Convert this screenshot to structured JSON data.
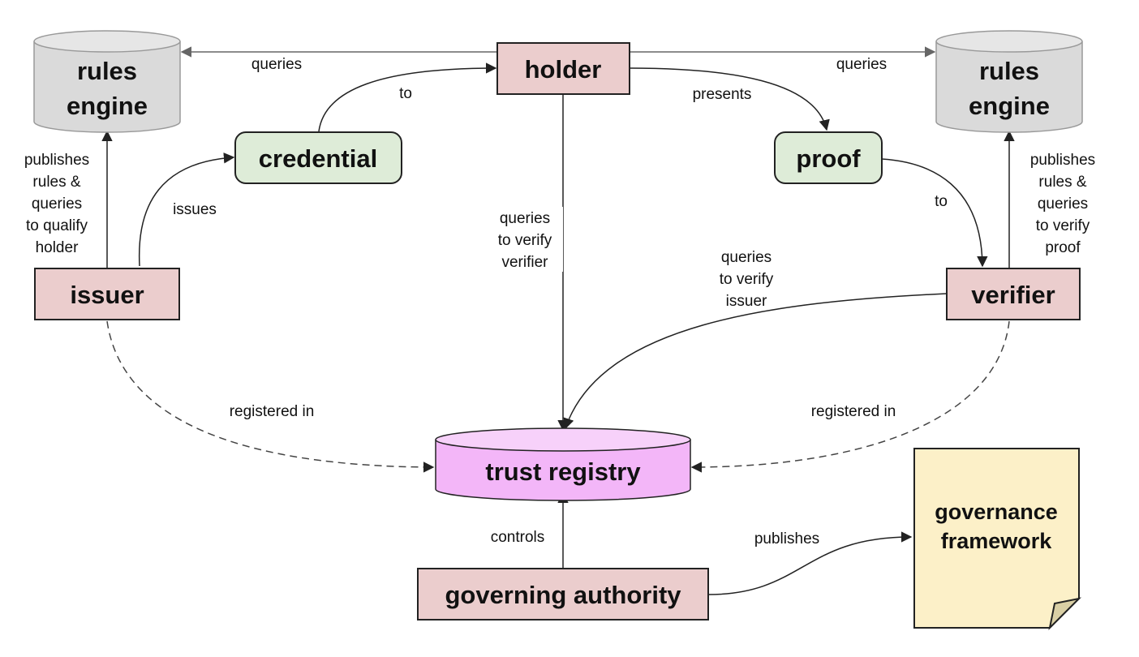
{
  "nodes": {
    "holder": "holder",
    "issuer": "issuer",
    "verifier": "verifier",
    "credential": "credential",
    "proof": "proof",
    "rules_engine_left": [
      "rules",
      "engine"
    ],
    "rules_engine_right": [
      "rules",
      "engine"
    ],
    "trust_registry": "trust registry",
    "governing_authority": "governing authority",
    "governance_framework": [
      "governance",
      "framework"
    ]
  },
  "edges": {
    "holder_queries_left": "queries",
    "holder_queries_right": "queries",
    "credential_to_holder": "to",
    "holder_presents": "presents",
    "proof_to_verifier": "to",
    "issuer_issues": "issues",
    "issuer_publishes": [
      "publishes",
      "rules &",
      "queries",
      "to qualify",
      "holder"
    ],
    "verifier_publishes": [
      "publishes",
      "rules &",
      "queries",
      "to verify",
      "proof"
    ],
    "holder_queries_verifier": [
      "queries",
      "to verify",
      "verifier"
    ],
    "verifier_queries_issuer": [
      "queries",
      "to verify",
      "issuer"
    ],
    "issuer_registered": "registered in",
    "verifier_registered": "registered in",
    "authority_controls": "controls",
    "authority_publishes": "publishes"
  },
  "colors": {
    "actor_fill": "#ebcdcd",
    "artifact_fill": "#deecd8",
    "rules_engine_fill": "#dadada",
    "trust_registry_fill": "#f3b6f8",
    "framework_fill": "#fcf0c8",
    "stroke": "#222222"
  }
}
